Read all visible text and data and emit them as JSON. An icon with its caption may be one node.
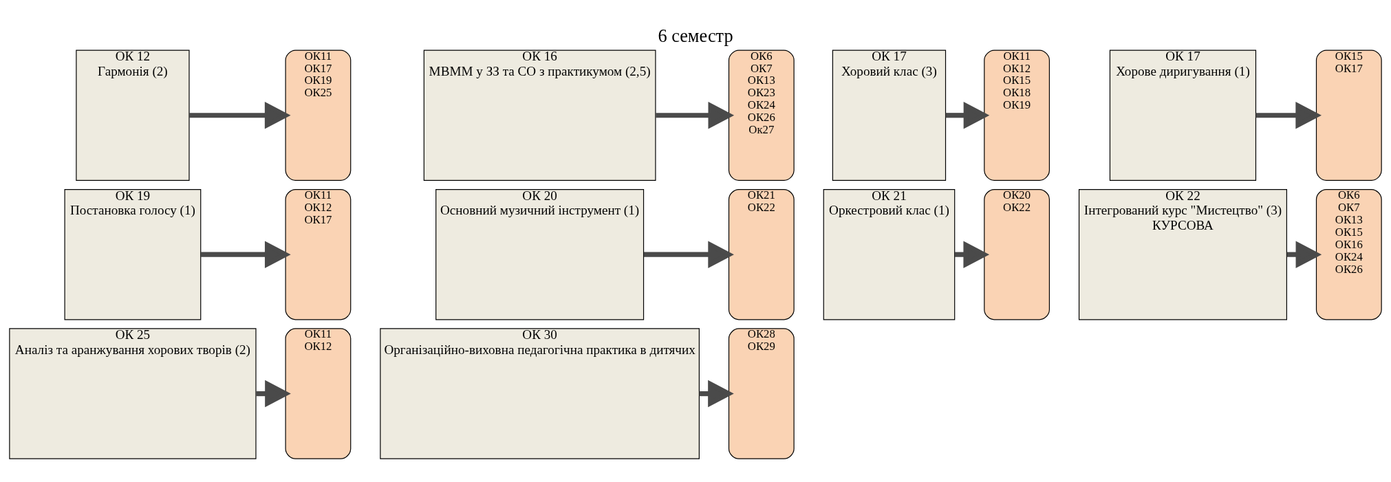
{
  "diagram": {
    "title": "6 семестр",
    "nodes": [
      {
        "text": [
          "ОК 12",
          "Гармонія (2)"
        ]
      },
      {
        "text": [
          "ОК11",
          "ОК17",
          "ОК19",
          "ОК25"
        ]
      },
      {
        "text": [
          "ОК 16",
          "МВММ у ЗЗ та СО з практикумом (2,5)"
        ]
      },
      {
        "text": [
          "ОК6",
          "ОК7",
          "ОК13",
          "ОК23",
          "ОК24",
          "ОК26",
          "Ок27"
        ]
      },
      {
        "text": [
          "ОК 17",
          "Хоровий клас (3)"
        ]
      },
      {
        "text": [
          "ОК11",
          "ОК12",
          "ОК15",
          "ОК18",
          "ОК19"
        ]
      },
      {
        "text": [
          "ОК 17",
          "Хорове диригування (1)"
        ]
      },
      {
        "text": [
          "ОК15",
          "ОК17"
        ]
      },
      {
        "text": [
          "ОК 19",
          "Постановка голосу (1)"
        ]
      },
      {
        "text": [
          "ОК11",
          "ОК12",
          "ОК17"
        ]
      },
      {
        "text": [
          "ОК 20",
          "Основний музичний інструмент (1)"
        ]
      },
      {
        "text": [
          "ОК21",
          "ОК22"
        ]
      },
      {
        "text": [
          "ОК 21",
          "Оркестровий клас (1)"
        ]
      },
      {
        "text": [
          "ОК20",
          "ОК22"
        ]
      },
      {
        "text": [
          "ОК 22",
          "Інтегрований курс \"Мистецтво\" (3)",
          "КУРСОВА"
        ]
      },
      {
        "text": [
          "ОК6",
          "ОК7",
          "ОК13",
          "ОК15",
          "ОК16",
          "ОК24",
          "ОК26"
        ]
      },
      {
        "text": [
          "ОК 25",
          "Аналіз та аранжування хорових творів (2)"
        ]
      },
      {
        "text": [
          "ОК11",
          "ОК12"
        ]
      },
      {
        "text": [
          "ОК 30",
          "Організаційно-виховна педагогічна практика в дитячих"
        ]
      },
      {
        "text": [
          "ОК28",
          "ОК29"
        ]
      }
    ],
    "edges": [
      {
        "from": 0,
        "to": 1,
        "arrow": "to"
      },
      {
        "from": 2,
        "to": 3,
        "arrow": "to"
      },
      {
        "from": 4,
        "to": 5,
        "arrow": "to"
      },
      {
        "from": 6,
        "to": 7,
        "arrow": "to"
      },
      {
        "from": 8,
        "to": 9,
        "arrow": "to"
      },
      {
        "from": 10,
        "to": 11,
        "arrow": "to"
      },
      {
        "from": 12,
        "to": 13,
        "arrow": "to"
      },
      {
        "from": 14,
        "to": 15,
        "arrow": "to"
      },
      {
        "from": 16,
        "to": 17,
        "arrow": "to"
      },
      {
        "from": 18,
        "to": 19,
        "arrow": "to"
      }
    ]
  }
}
